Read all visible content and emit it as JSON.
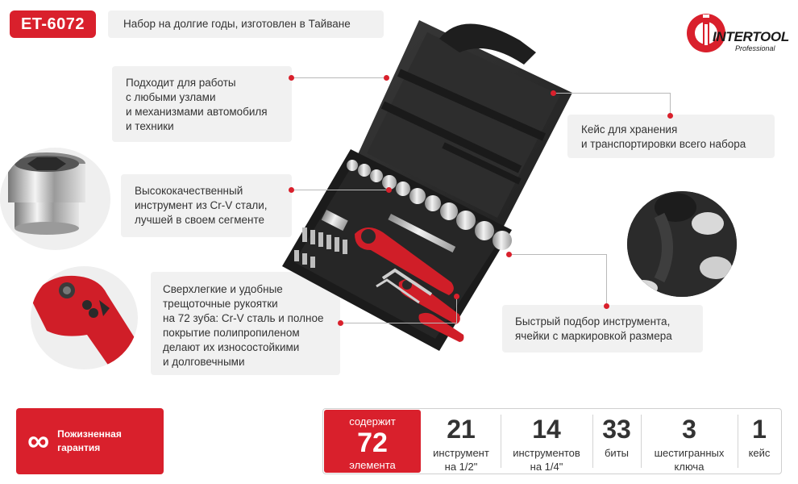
{
  "model": "ET-6072",
  "brand": {
    "name": "INTERTOOL",
    "tagline": "Professional",
    "color": "#d9202c"
  },
  "callouts": {
    "made_in": "Набор на долгие годы, изготовлен в Тайване",
    "fits": [
      "Подходит для работы",
      "с любыми узлами",
      "и механизмами автомобиля",
      "и техники"
    ],
    "material": [
      "Высококачественный",
      "инструмент из Cr-V стали,",
      "лучшей в своем сегменте"
    ],
    "ratchet": [
      "Сверхлегкие и удобные",
      "трещоточные рукоятки",
      "на 72 зуба: Cr-V сталь и полное",
      "покрытие полипропиленом",
      "делают их износостойкими",
      "и долговечными"
    ],
    "case": [
      "Кейс для хранения",
      "и транспортировки всего набора"
    ],
    "quick": [
      "Быстрый подбор инструмента,",
      "ячейки с маркировкой размера"
    ]
  },
  "warranty": {
    "icon": "infinity-icon",
    "symbol": "∞",
    "line1": "Пожизненная",
    "line2": "гарантия"
  },
  "stats": {
    "main": {
      "top": "содержит",
      "value": "72",
      "bottom": "элемента"
    },
    "items": [
      {
        "value": "21",
        "label1": "инструмент",
        "label2": "на 1/2\""
      },
      {
        "value": "14",
        "label1": "инструментов",
        "label2": "на 1/4\""
      },
      {
        "value": "33",
        "label1": "биты",
        "label2": ""
      },
      {
        "value": "3",
        "label1": "шестигранных",
        "label2": "ключа"
      },
      {
        "value": "1",
        "label1": "кейс",
        "label2": ""
      }
    ]
  },
  "icons": [
    "socket-closeup-icon",
    "ratchet-closeup-icon",
    "case-socket-closeup-icon",
    "toolset-case-icon"
  ]
}
